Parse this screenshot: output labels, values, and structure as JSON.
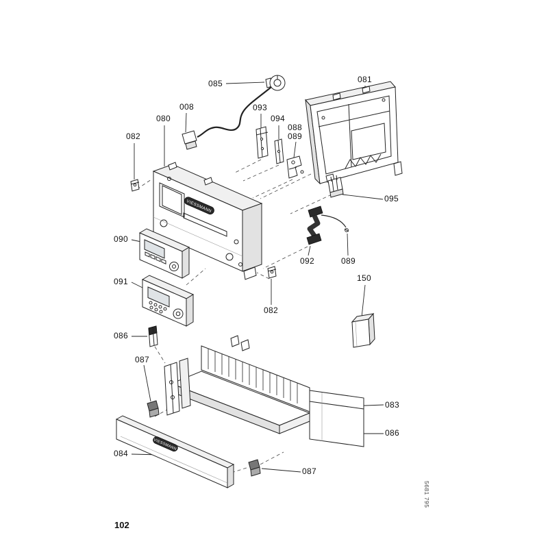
{
  "page": {
    "number": "102",
    "doc_code": "5681 795"
  },
  "brand": {
    "logo_text": "VIESSMANN"
  },
  "colors": {
    "line": "#1a1a1a",
    "shade_light": "#f0f0f0",
    "shade_mid": "#e2e2e2",
    "logo": "#2a2a2a"
  },
  "labels": [
    {
      "text": "085"
    },
    {
      "text": "008"
    },
    {
      "text": "093"
    },
    {
      "text": "094"
    },
    {
      "text": "088"
    },
    {
      "text": "089"
    },
    {
      "text": "081"
    },
    {
      "text": "080"
    },
    {
      "text": "082"
    },
    {
      "text": "095"
    },
    {
      "text": "090"
    },
    {
      "text": "092"
    },
    {
      "text": "089"
    },
    {
      "text": "091"
    },
    {
      "text": "082"
    },
    {
      "text": "150"
    },
    {
      "text": "086"
    },
    {
      "text": "087"
    },
    {
      "text": "083"
    },
    {
      "text": "086"
    },
    {
      "text": "084"
    },
    {
      "text": "087"
    }
  ]
}
